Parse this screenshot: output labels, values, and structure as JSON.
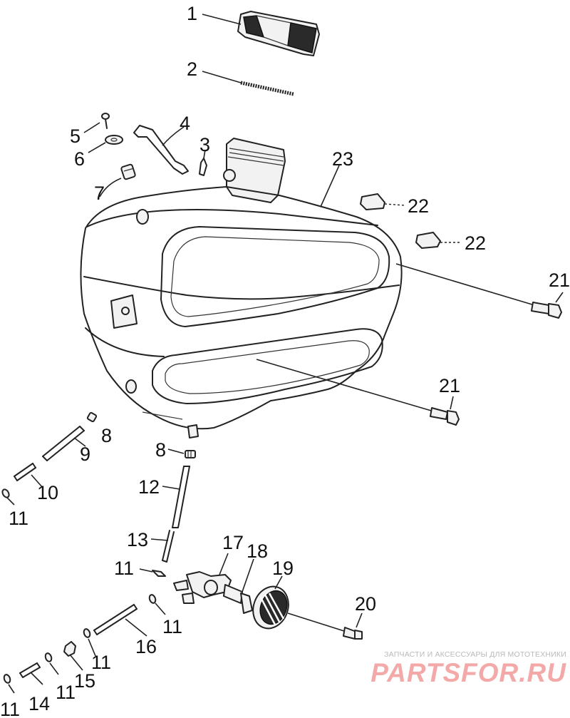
{
  "callouts": [
    {
      "id": "c1",
      "label": "1"
    },
    {
      "id": "c2",
      "label": "2"
    },
    {
      "id": "c3",
      "label": "3"
    },
    {
      "id": "c4",
      "label": "4"
    },
    {
      "id": "c5",
      "label": "5"
    },
    {
      "id": "c6",
      "label": "6"
    },
    {
      "id": "c7",
      "label": "7"
    },
    {
      "id": "c8a",
      "label": "8"
    },
    {
      "id": "c8b",
      "label": "8"
    },
    {
      "id": "c9",
      "label": "9"
    },
    {
      "id": "c10",
      "label": "10"
    },
    {
      "id": "c11a",
      "label": "11"
    },
    {
      "id": "c11b",
      "label": "11"
    },
    {
      "id": "c11c",
      "label": "11"
    },
    {
      "id": "c11d",
      "label": "11"
    },
    {
      "id": "c11e",
      "label": "11"
    },
    {
      "id": "c11f",
      "label": "11"
    },
    {
      "id": "c12",
      "label": "12"
    },
    {
      "id": "c13",
      "label": "13"
    },
    {
      "id": "c14",
      "label": "14"
    },
    {
      "id": "c15",
      "label": "15"
    },
    {
      "id": "c16",
      "label": "16"
    },
    {
      "id": "c17",
      "label": "17"
    },
    {
      "id": "c18",
      "label": "18"
    },
    {
      "id": "c19",
      "label": "19"
    },
    {
      "id": "c20",
      "label": "20"
    },
    {
      "id": "c21a",
      "label": "21"
    },
    {
      "id": "c21b",
      "label": "21"
    },
    {
      "id": "c22a",
      "label": "22"
    },
    {
      "id": "c22b",
      "label": "22"
    },
    {
      "id": "c23",
      "label": "23"
    }
  ],
  "watermark": {
    "caption": "ЗАПЧАСТИ И АКСЕССУАРЫ ДЛЯ МОТОТЕХНИКИ",
    "logo": "PARTSFOR.RU"
  },
  "colors": {
    "line": "#222222",
    "watermark_logo": "#f4a9a9",
    "watermark_caption": "#b9b9b9"
  }
}
